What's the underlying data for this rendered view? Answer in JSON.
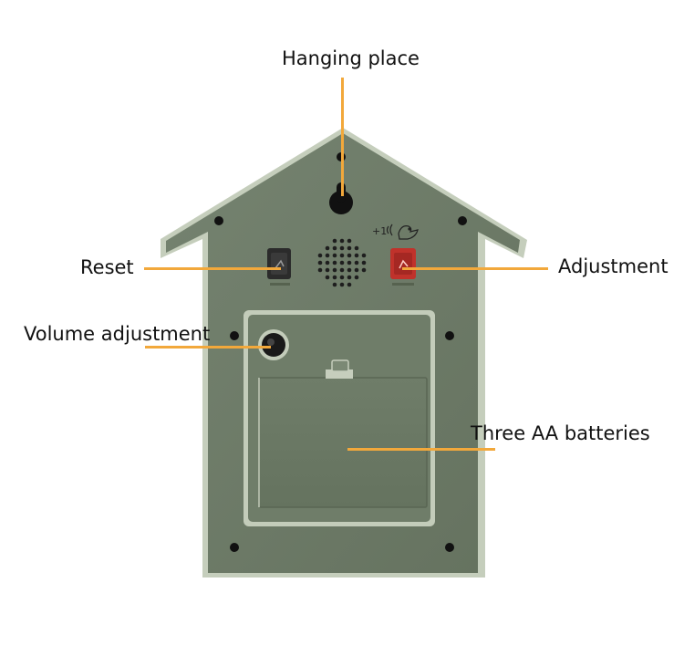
{
  "labels": {
    "hanging_place": "Hanging place",
    "reset": "Reset",
    "adjustment": "Adjustment",
    "volume_adjustment": "Volume adjustment",
    "batteries": "Three AA batteries"
  },
  "device": {
    "counter_text": "+1",
    "body_color": "#6c7a65",
    "edge_color": "#bcc6b2",
    "reset_button_color": "#2b2b2b",
    "adjust_button_color": "#c0322b",
    "leader_color": "#f2a83b",
    "icons": [
      "bird-sound-icon",
      "speaker-grille-icon",
      "screw-hole-icon"
    ]
  }
}
